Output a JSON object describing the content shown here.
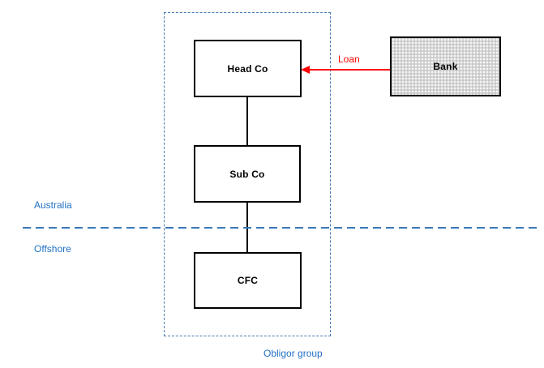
{
  "diagram": {
    "nodes": {
      "head_co": {
        "label": "Head Co"
      },
      "sub_co": {
        "label": "Sub Co"
      },
      "cfc": {
        "label": "CFC"
      },
      "bank": {
        "label": "Bank"
      }
    },
    "edges": {
      "loan": {
        "label": "Loan",
        "from": "Bank",
        "to": "Head Co",
        "style": "red-arrow"
      },
      "head_to_sub": {
        "style": "plain-line"
      },
      "sub_to_cfc": {
        "style": "plain-line"
      }
    },
    "regions": {
      "australia": {
        "label": "Australia"
      },
      "offshore": {
        "label": "Offshore"
      },
      "obligor_group": {
        "label": "Obligor group"
      }
    },
    "colors": {
      "background": "#FFFFFF",
      "node_border": "#000000",
      "bank_fill": "#D9D9D9",
      "loan_red": "#FF0000",
      "region_label_blue": "#2272C3",
      "dash_blue": "#4679B2"
    }
  }
}
